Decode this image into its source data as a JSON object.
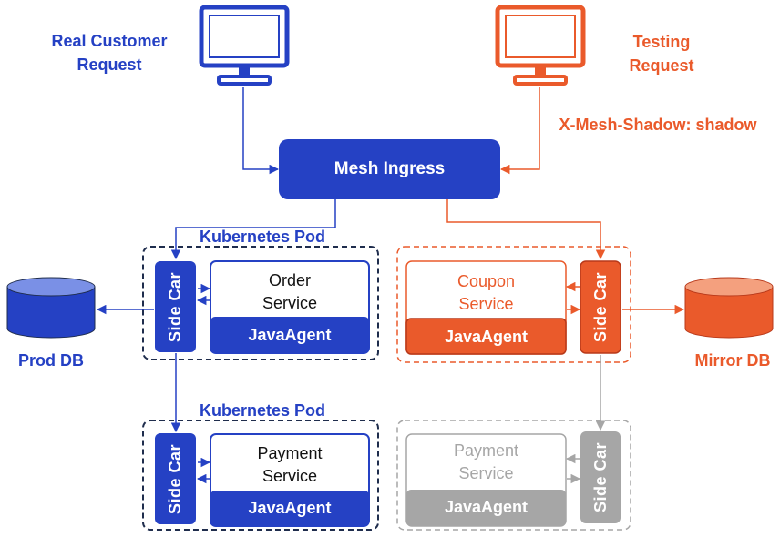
{
  "clients": {
    "real": {
      "label_line1": "Real Customer",
      "label_line2": "Request"
    },
    "testing": {
      "label_line1": "Testing",
      "label_line2": "Request",
      "header": "X-Mesh-Shadow: shadow"
    }
  },
  "ingress": {
    "label": "Mesh Ingress"
  },
  "pods": {
    "order_pod": {
      "title": "Kubernetes Pod",
      "sidecar": "Side Car",
      "service_line1": "Order",
      "service_line2": "Service",
      "agent": "JavaAgent"
    },
    "payment_pod": {
      "title": "Kubernetes Pod",
      "sidecar": "Side Car",
      "service_line1": "Payment",
      "service_line2": "Service",
      "agent": "JavaAgent"
    },
    "coupon_pod": {
      "sidecar": "Side Car",
      "service_line1": "Coupon",
      "service_line2": "Service",
      "agent": "JavaAgent"
    },
    "shadow_payment_pod": {
      "sidecar": "Side Car",
      "service_line1": "Payment",
      "service_line2": "Service",
      "agent": "JavaAgent"
    }
  },
  "databases": {
    "prod": {
      "label": "Prod DB"
    },
    "mirror": {
      "label": "Mirror DB"
    }
  },
  "colors": {
    "production": "#2541c4",
    "shadow": "#ea5a2b",
    "inactive": "#a6a6a6",
    "pod_border": "#1f2d4d"
  },
  "icons": {
    "real_client": "monitor-icon",
    "testing_client": "monitor-icon",
    "prod_db": "database-icon",
    "mirror_db": "database-icon"
  }
}
